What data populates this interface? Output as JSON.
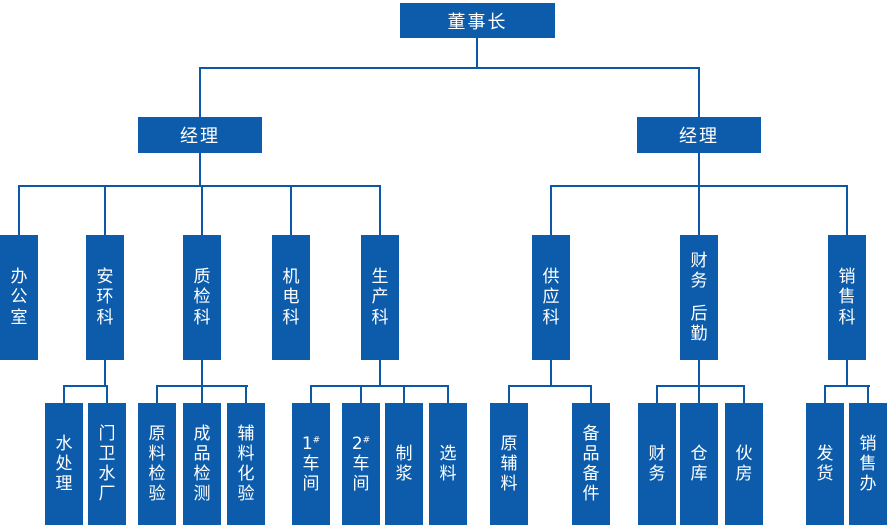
{
  "colors": {
    "node_fill": "#0d5cab",
    "connector": "#0b58a6",
    "node_text": "#ffffff",
    "background": "#ffffff"
  },
  "org": {
    "chairman": {
      "label": "董事长"
    },
    "branches": [
      {
        "manager": {
          "label": "经理"
        },
        "departments": [
          {
            "label": "办公室",
            "children": []
          },
          {
            "label": "安环科",
            "children": [
              {
                "label": "水处理"
              },
              {
                "label": "门卫水厂"
              }
            ]
          },
          {
            "label": "质检科",
            "children": [
              {
                "label": "原料检验"
              },
              {
                "label": "成品检测"
              },
              {
                "label": "辅料化验"
              }
            ]
          },
          {
            "label": "机电科",
            "children": []
          },
          {
            "label": "生产科",
            "children": [
              {
                "label": "1#车间"
              },
              {
                "label": "2#车间"
              },
              {
                "label": "制浆"
              },
              {
                "label": "选料"
              }
            ]
          }
        ]
      },
      {
        "manager": {
          "label": "经理"
        },
        "departments": [
          {
            "label": "供应科",
            "children": [
              {
                "label": "原辅料"
              },
              {
                "label": "备品备件"
              }
            ]
          },
          {
            "label": "财务 后勤",
            "children": [
              {
                "label": "财务"
              },
              {
                "label": "仓库"
              },
              {
                "label": "伙房"
              }
            ]
          },
          {
            "label": "销售科",
            "children": [
              {
                "label": "发货"
              },
              {
                "label": "销售办"
              }
            ]
          }
        ]
      }
    ]
  }
}
